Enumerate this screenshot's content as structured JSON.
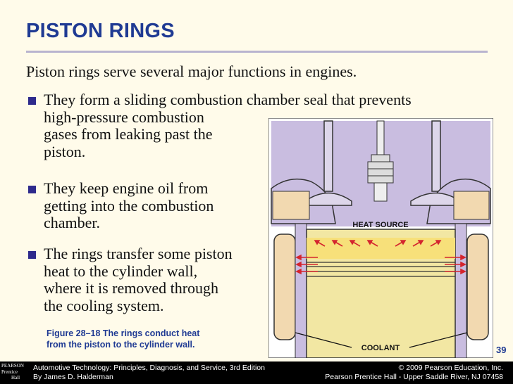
{
  "title": "PISTON RINGS",
  "intro": "Piston rings serve several major functions in engines.",
  "bullets": [
    "They form a sliding combustion chamber seal that prevents high-pressure combustion gases from leaking past the piston.",
    "They keep engine oil from getting into the combustion chamber.",
    "The rings transfer some piston heat to the cylinder wall, where it is removed through the cooling system."
  ],
  "bullet1_lines": [
    "They form a sliding combustion chamber seal that prevents",
    "high-pressure combustion",
    "gases from leaking past the",
    "piston."
  ],
  "bullet2_lines": [
    "They keep engine oil from",
    "getting into the combustion",
    "chamber."
  ],
  "bullet3_lines": [
    "The rings transfer some piston",
    "heat to the cylinder wall,",
    "where it is removed through",
    "the cooling system."
  ],
  "caption_lines": [
    "Figure 28–18 The rings conduct heat",
    "from the piston to the cylinder wall."
  ],
  "figure": {
    "heat_label": "HEAT SOURCE",
    "coolant_label": "COOLANT"
  },
  "page_number": "39",
  "footer": {
    "logo_lines": [
      "PEARSON",
      "Prentice",
      "Hall"
    ],
    "left_line1": "Automotive Technology: Principles, Diagnosis, and Service, 3rd Edition",
    "left_line2": "By James D. Halderman",
    "right_line1": "© 2009 Pearson Education, Inc.",
    "right_line2": "Pearson Prentice Hall - Upper Saddle River, NJ 07458"
  },
  "colors": {
    "title": "#1f3a93",
    "bullet_marker": "#2e2a8c",
    "background": "#fffbea",
    "chamber": "#c9bde0",
    "piston": "#f2e7a3",
    "arrows": "#d4252e"
  }
}
